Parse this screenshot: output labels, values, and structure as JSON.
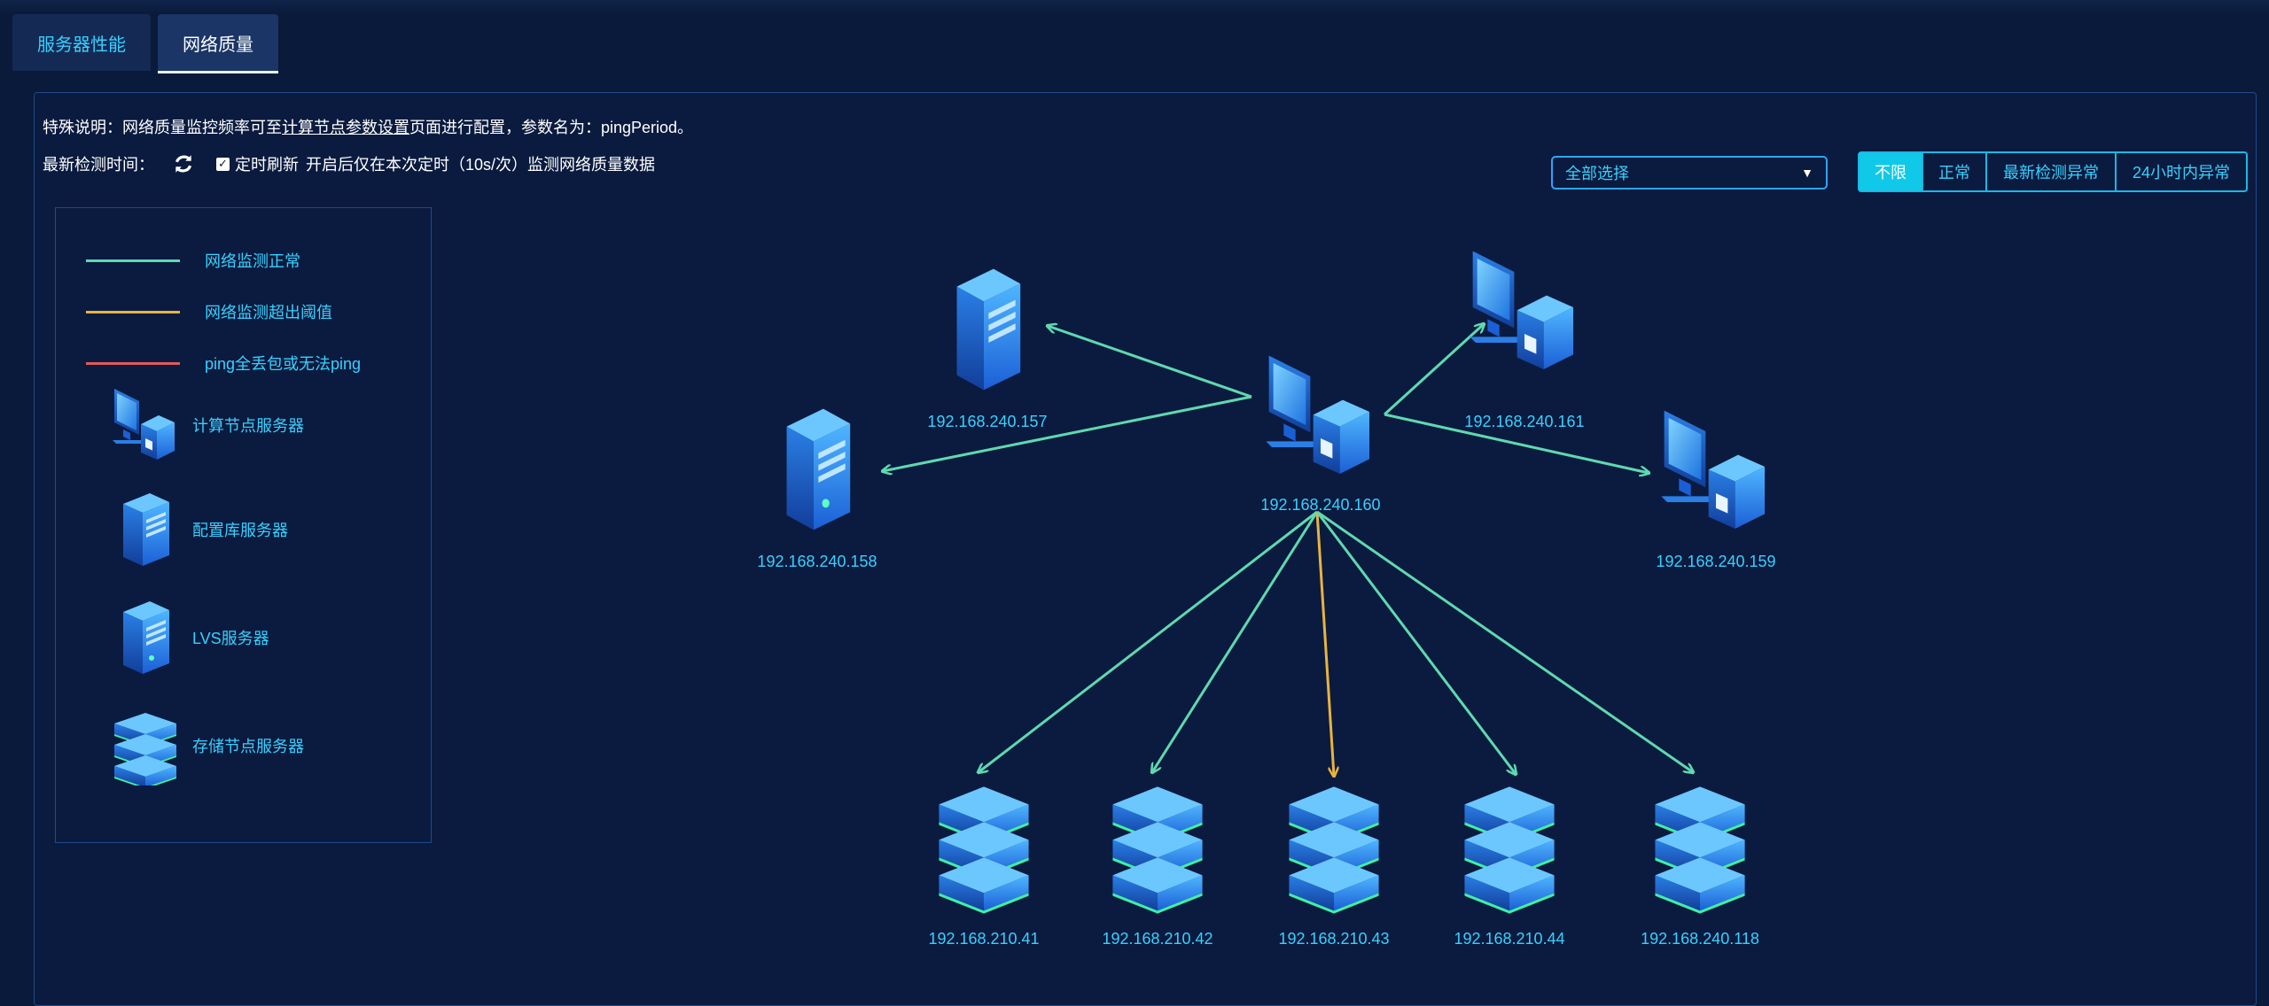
{
  "tabs": [
    {
      "label": "服务器性能",
      "active": false
    },
    {
      "label": "网络质量",
      "active": true
    }
  ],
  "note": {
    "prefix": "特殊说明：网络质量监控频率可至",
    "link": "计算节点参数设置",
    "suffix": "页面进行配置，参数名为：pingPeriod。"
  },
  "detection": {
    "label": "最新检测时间：",
    "refresh_icon": "refresh-icon",
    "checkbox_checked": true,
    "checkbox_label": "定时刷新",
    "checkbox_desc": "开启后仅在本次定时（10s/次）监测网络质量数据"
  },
  "select": {
    "value": "全部选择"
  },
  "filters": [
    "不限",
    "正常",
    "最新检测异常",
    "24小时内异常"
  ],
  "legend": {
    "lines": [
      {
        "label": "网络监测正常",
        "color": "#5fd9b0"
      },
      {
        "label": "网络监测超出阈值",
        "color": "#e8b341"
      },
      {
        "label": "ping全丢包或无法ping",
        "color": "#e05a5a"
      }
    ],
    "icons": [
      {
        "label": "计算节点服务器",
        "icon": "compute-node-icon"
      },
      {
        "label": "配置库服务器",
        "icon": "config-db-server-icon"
      },
      {
        "label": "LVS服务器",
        "icon": "lvs-server-icon"
      },
      {
        "label": "存储节点服务器",
        "icon": "storage-node-icon"
      }
    ]
  },
  "nodes": {
    "n157": {
      "ip": "192.168.240.157",
      "type": "config"
    },
    "n158": {
      "ip": "192.168.240.158",
      "type": "lvs"
    },
    "n160": {
      "ip": "192.168.240.160",
      "type": "compute"
    },
    "n161": {
      "ip": "192.168.240.161",
      "type": "compute"
    },
    "n159": {
      "ip": "192.168.240.159",
      "type": "compute"
    },
    "s41": {
      "ip": "192.168.210.41",
      "type": "storage"
    },
    "s42": {
      "ip": "192.168.210.42",
      "type": "storage"
    },
    "s43": {
      "ip": "192.168.210.43",
      "type": "storage"
    },
    "s44": {
      "ip": "192.168.210.44",
      "type": "storage"
    },
    "s118": {
      "ip": "192.168.240.118",
      "type": "storage"
    }
  },
  "edges": [
    {
      "from": "n160",
      "to": "n157",
      "status": "normal"
    },
    {
      "from": "n160",
      "to": "n158",
      "status": "normal"
    },
    {
      "from": "n160",
      "to": "n161",
      "status": "normal"
    },
    {
      "from": "n160",
      "to": "n159",
      "status": "normal"
    },
    {
      "from": "n160",
      "to": "s41",
      "status": "normal"
    },
    {
      "from": "n160",
      "to": "s42",
      "status": "normal"
    },
    {
      "from": "n160",
      "to": "s43",
      "status": "threshold"
    },
    {
      "from": "n160",
      "to": "s44",
      "status": "normal"
    },
    {
      "from": "n160",
      "to": "s118",
      "status": "normal"
    }
  ],
  "colors": {
    "normal": "#5fd9b0",
    "threshold": "#e8b341",
    "fail": "#e05a5a",
    "accent": "#39d0ff"
  }
}
